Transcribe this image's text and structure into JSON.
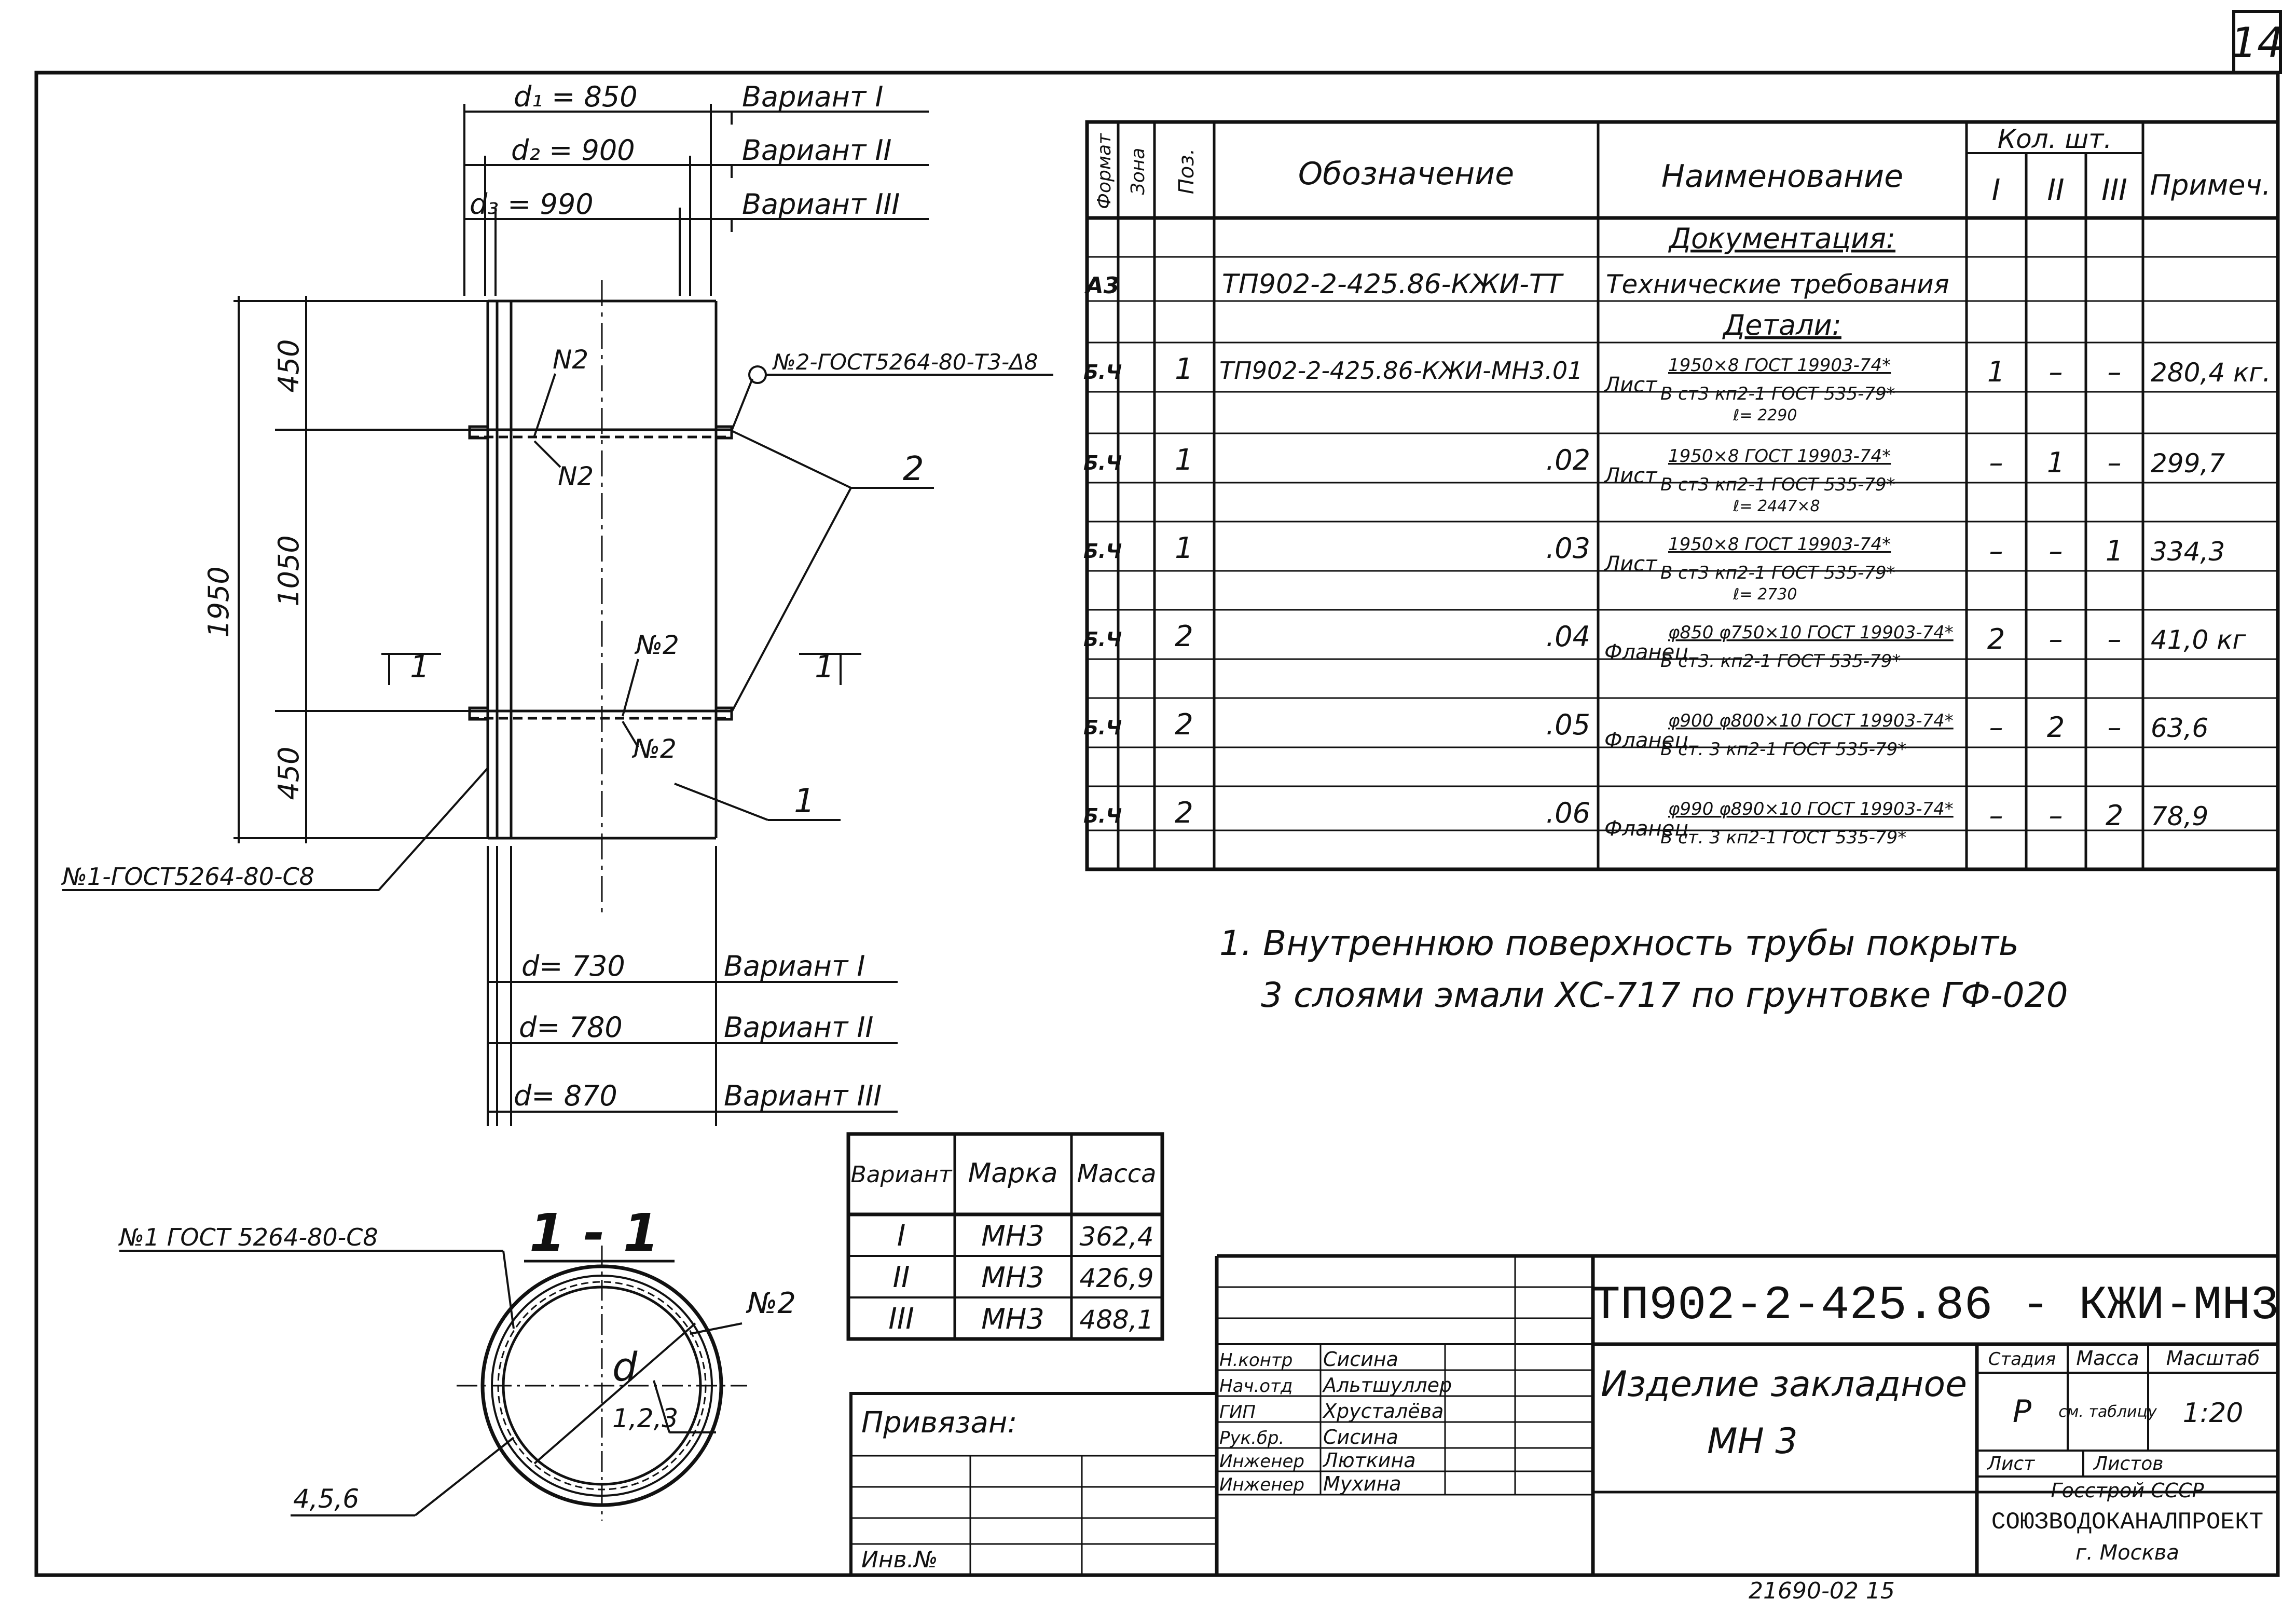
{
  "sheet_number": "14",
  "dimensions": {
    "top": [
      {
        "d": "d₁ = 850",
        "variant": "Вариант I"
      },
      {
        "d": "d₂ = 900",
        "variant": "Вариант II"
      },
      {
        "d": "d₃ = 990",
        "variant": "Вариант III"
      }
    ],
    "bottom": [
      {
        "d": "d= 730",
        "variant": "Вариант I"
      },
      {
        "d": "d= 780",
        "variant": "Вариант II"
      },
      {
        "d": "d= 870",
        "variant": "Вариант III"
      }
    ],
    "vertical": {
      "total": "1950",
      "top": "450",
      "mid": "1050",
      "bot": "450"
    }
  },
  "callouts": {
    "weld_top": "№2-ГОСТ5264-80-Т3-Δ8",
    "weld_left": "№1-ГОСТ5264-80-С8",
    "n2": "N2",
    "n2b": "№2",
    "pos1": "1",
    "pos2": "2",
    "section_mark": "1",
    "section_title": "1 - 1",
    "section_weld1": "№1 ГОСТ 5264-80-С8",
    "section_weld2": "№2",
    "section_d": "d",
    "section_pos123": "1,2,3",
    "section_pos456": "4,5,6"
  },
  "spec_table": {
    "headers": {
      "format": "Формат",
      "zone": "Зона",
      "pos": "Поз.",
      "designation": "Обозначение",
      "name": "Наименование",
      "qty": "Кол. шт.",
      "q1": "I",
      "q2": "II",
      "q3": "III",
      "note": "Примеч."
    },
    "section_docs": "Документация:",
    "section_parts": "Детали:",
    "rows": [
      {
        "format": "А3",
        "pos": "",
        "designation": "ТП902-2-425.86-КЖИ-ТТ",
        "name": "Технические требования",
        "q1": "",
        "q2": "",
        "q3": "",
        "note": ""
      },
      {
        "format": "Б.Ч",
        "pos": "1",
        "designation": "ТП902-2-425.86-КЖИ-МН3.01",
        "name_prefix": "Лист",
        "name_top": "1950×8 ГОСТ 19903-74*",
        "name_bot": "В ст3 кп2-1 ГОСТ 535-79*",
        "name_extra": "ℓ= 2290",
        "q1": "1",
        "q2": "–",
        "q3": "–",
        "note": "280,4 кг."
      },
      {
        "format": "Б.Ч",
        "pos": "1",
        "designation": ".02",
        "name_prefix": "Лист",
        "name_top": "1950×8 ГОСТ 19903-74*",
        "name_bot": "В ст3 кп2-1 ГОСТ 535-79*",
        "name_extra": "ℓ= 2447×8",
        "q1": "–",
        "q2": "1",
        "q3": "–",
        "note": "299,7"
      },
      {
        "format": "Б.Ч",
        "pos": "1",
        "designation": ".03",
        "name_prefix": "Лист",
        "name_top": "1950×8 ГОСТ 19903-74*",
        "name_bot": "В ст3 кп2-1 ГОСТ 535-79*",
        "name_extra": "ℓ= 2730",
        "q1": "–",
        "q2": "–",
        "q3": "1",
        "note": "334,3"
      },
      {
        "format": "Б.Ч",
        "pos": "2",
        "designation": ".04",
        "name_prefix": "Фланец",
        "name_top": "φ850 φ750×10 ГОСТ 19903-74*",
        "name_bot": "В ст3. кп2-1 ГОСТ 535-79*",
        "name_extra": "",
        "q1": "2",
        "q2": "–",
        "q3": "–",
        "note": "41,0 кг"
      },
      {
        "format": "Б.Ч",
        "pos": "2",
        "designation": ".05",
        "name_prefix": "Фланец",
        "name_top": "φ900 φ800×10 ГОСТ 19903-74*",
        "name_bot": "В ст. 3 кп2-1 ГОСТ 535-79*",
        "name_extra": "",
        "q1": "–",
        "q2": "2",
        "q3": "–",
        "note": "63,6"
      },
      {
        "format": "Б.Ч",
        "pos": "2",
        "designation": ".06",
        "name_prefix": "Фланец",
        "name_top": "φ990 φ890×10 ГОСТ 19903-74*",
        "name_bot": "В ст. 3 кп2-1 ГОСТ 535-79*",
        "name_extra": "",
        "q1": "–",
        "q2": "–",
        "q3": "2",
        "note": "78,9"
      }
    ]
  },
  "note_lines": [
    "1. Внутреннюю поверхность трубы покрыть",
    "3 слоями эмали ХС-717 по грунтовке ГФ-020"
  ],
  "mass_table": {
    "headers": [
      "Вариант",
      "Марка",
      "Масса"
    ],
    "rows": [
      [
        "I",
        "МН3",
        "362,4"
      ],
      [
        "II",
        "МН3",
        "426,9"
      ],
      [
        "III",
        "МН3",
        "488,1"
      ]
    ]
  },
  "title_block": {
    "code": "ТП902-2-425.86 - КЖИ-МН3",
    "title_line1": "Изделие закладное",
    "title_line2": "МН 3",
    "stage_label": "Стадия",
    "mass_label": "Масса",
    "scale_label": "Масштаб",
    "stage": "Р",
    "mass": "см. таблицу",
    "scale": "1:20",
    "sheet_label": "Лист",
    "sheets_label": "Листов",
    "org1": "Госстрой СССР",
    "org2": "СОЮЗВОДОКАНАЛПРОЕКТ",
    "org3": "г. Москва",
    "privyazan": "Привязан:",
    "inv": "Инв.№",
    "people": [
      {
        "role": "Н.контр",
        "name": "Сисина"
      },
      {
        "role": "Нач.отд",
        "name": "Альтшуллер"
      },
      {
        "role": "ГИП",
        "name": "Хрусталёва"
      },
      {
        "role": "Рук.бр.",
        "name": "Сисина"
      },
      {
        "role": "Инженер",
        "name": "Люткина"
      },
      {
        "role": "Инженер",
        "name": "Мухина"
      }
    ],
    "archive": "21690-02  15"
  }
}
